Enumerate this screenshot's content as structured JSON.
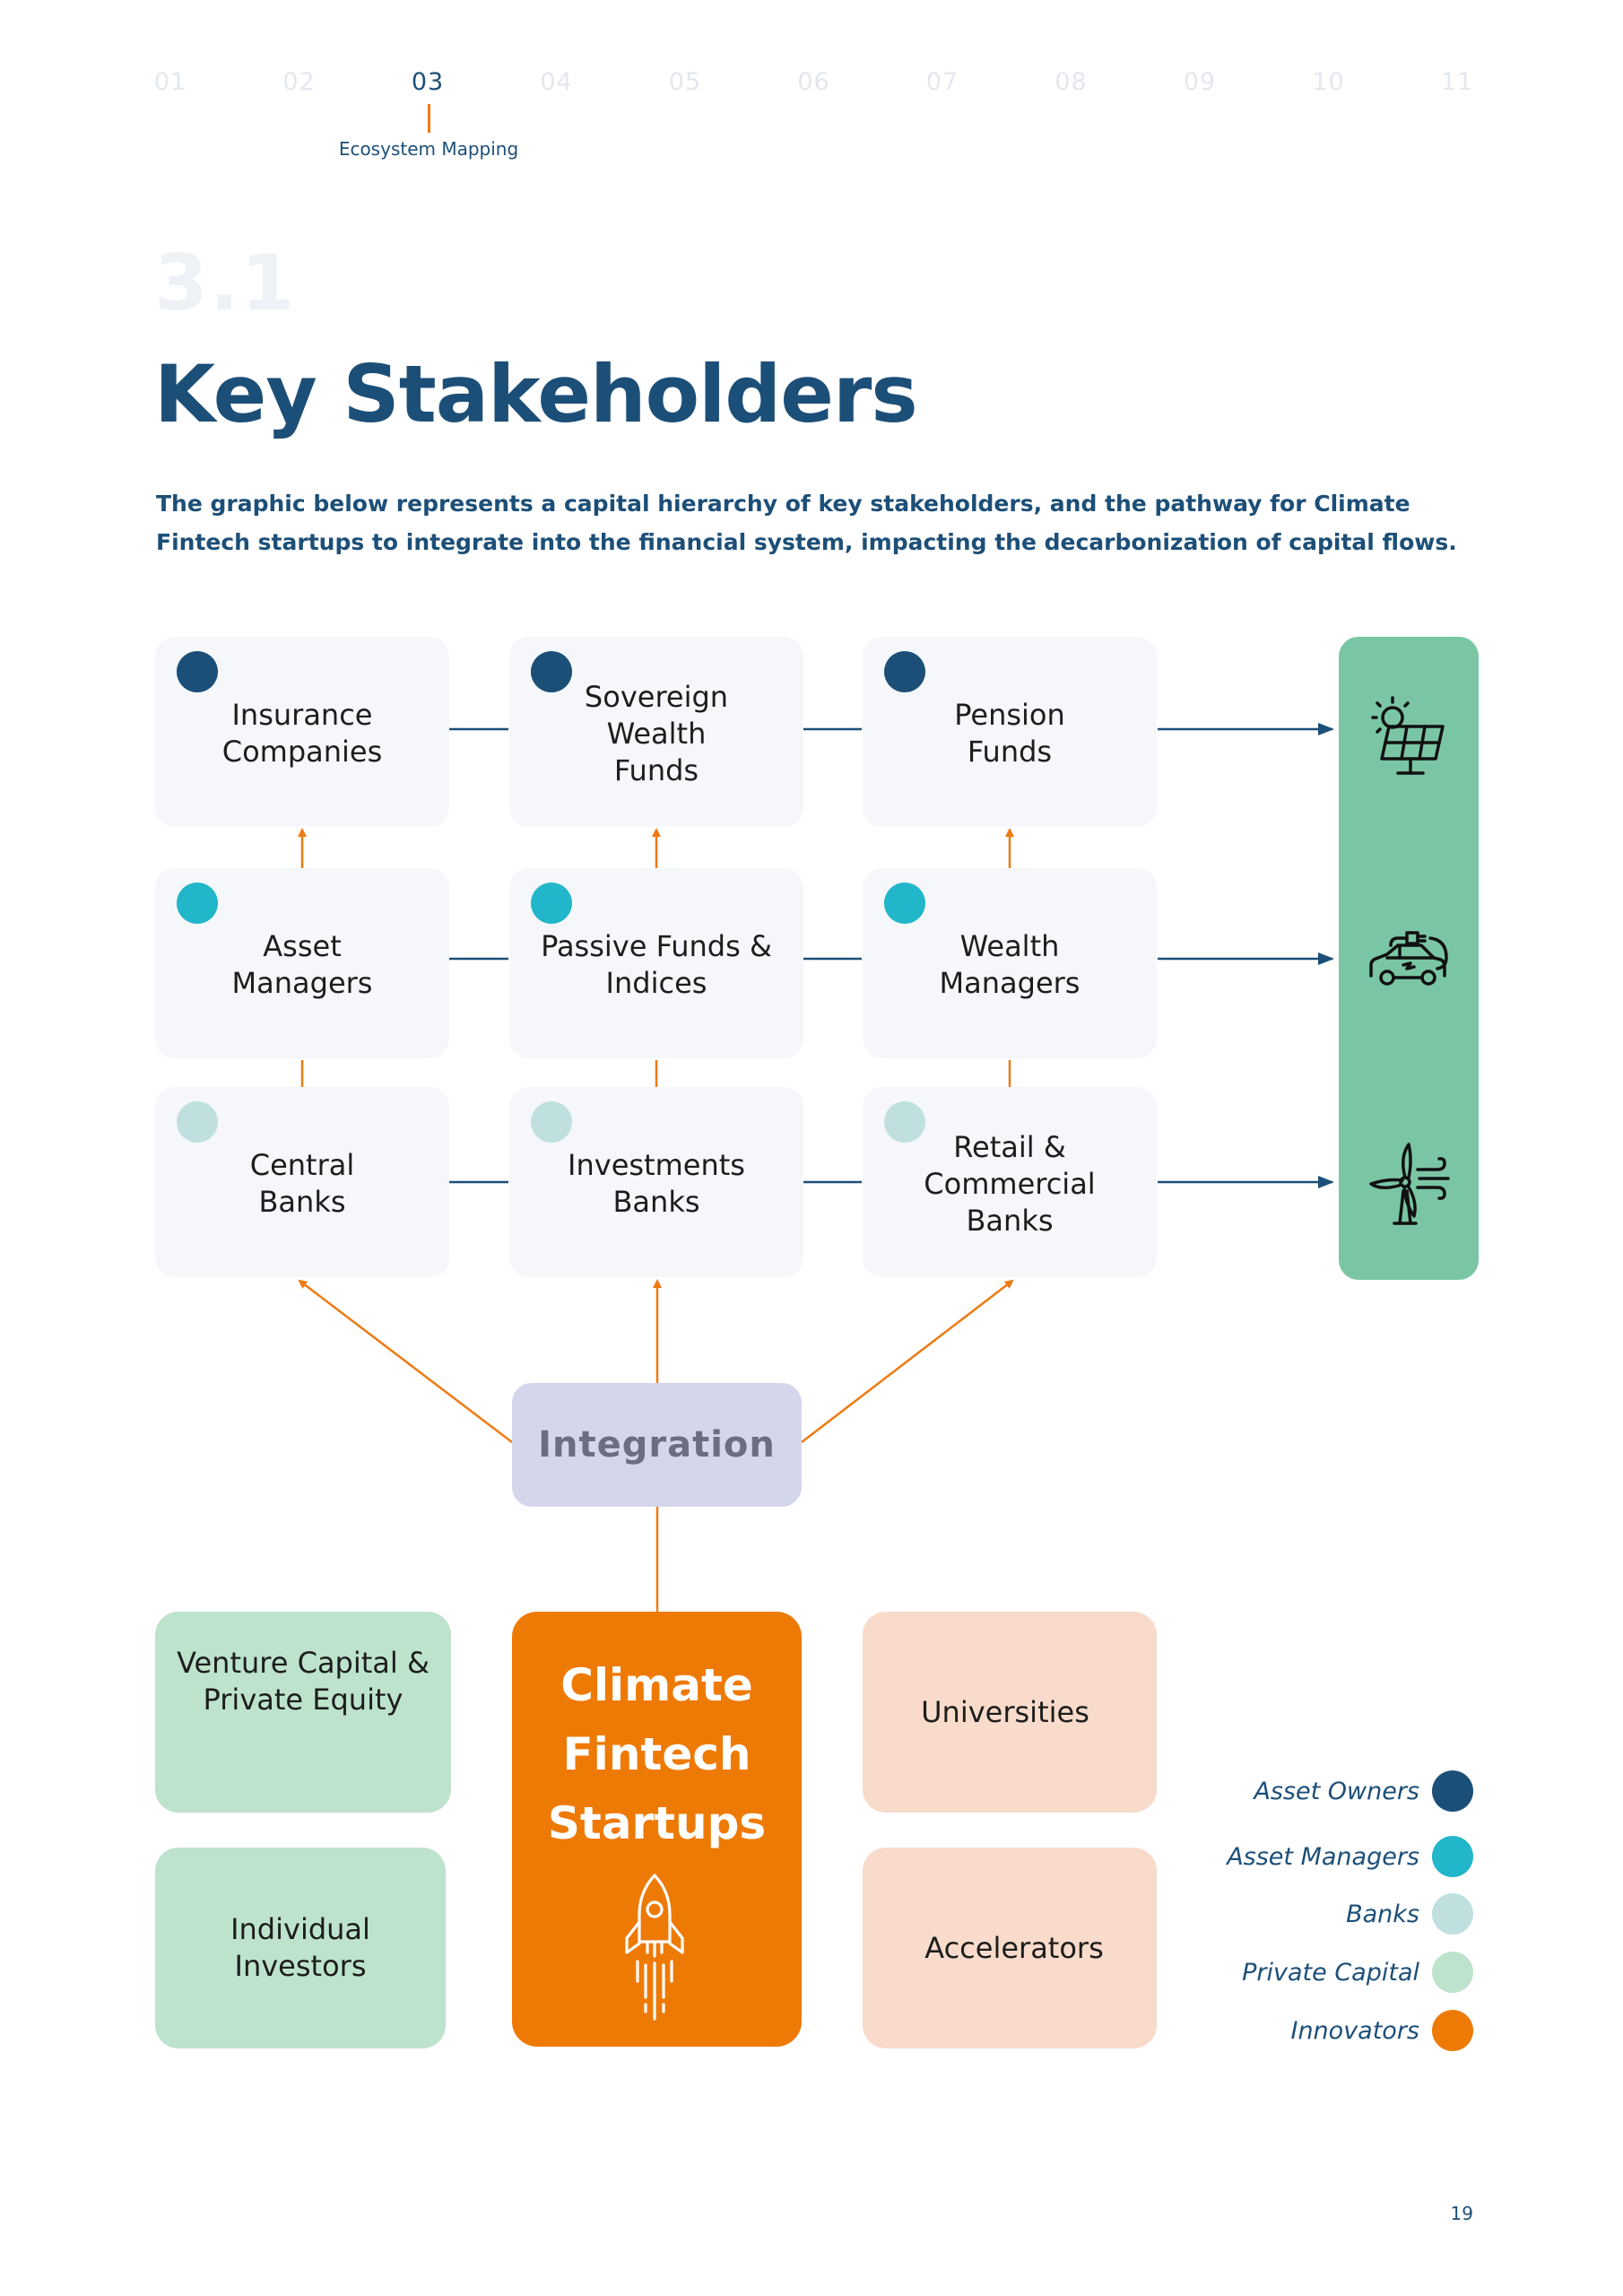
{
  "chapters": {
    "items": [
      "01",
      "02",
      "03",
      "04",
      "05",
      "06",
      "07",
      "08",
      "09",
      "10",
      "11"
    ],
    "active_index": 2,
    "active_caption": "Ecosystem Mapping"
  },
  "section": {
    "number": "3.1",
    "title": "Key Stakeholders",
    "intro": "The graphic below represents a capital hierarchy of key stakeholders, and the pathway for Climate Fintech startups to integrate into the financial system, impacting the decarbonization of capital flows."
  },
  "colors": {
    "asset_owners": "#1b4f78",
    "asset_managers": "#21b6c9",
    "banks": "#bfe0df",
    "private_capital": "#bde3cd",
    "innovators": "#ee7a06",
    "arrow_orange": "#ee7a13",
    "arrow_blue": "#1c4f78",
    "outcome_panel": "#7ac6a4"
  },
  "hierarchy": {
    "rows": [
      {
        "category": "asset_owners",
        "cells": [
          "Insurance\nCompanies",
          "Sovereign\nWealth\nFunds",
          "Pension\nFunds"
        ]
      },
      {
        "category": "asset_managers",
        "cells": [
          "Asset\nManagers",
          "Passive Funds &\nIndices",
          "Wealth\nManagers"
        ]
      },
      {
        "category": "banks",
        "cells": [
          "Central\nBanks",
          "Investments\nBanks",
          "Retail &\nCommercial\nBanks"
        ]
      }
    ]
  },
  "outcomes": {
    "icons": [
      "solar-panel-icon",
      "electric-car-icon",
      "wind-turbine-icon"
    ]
  },
  "integration": {
    "label": "Integration"
  },
  "startups": {
    "label": "Climate\nFintech\nStartups",
    "icon": "rocket-icon"
  },
  "private_capital": {
    "venture": "Venture Capital &\nPrivate Equity",
    "individual": "Individual\nInvestors"
  },
  "support": {
    "universities": "Universities",
    "accelerators": "Accelerators"
  },
  "legend": [
    {
      "label": "Asset Owners",
      "category": "asset_owners"
    },
    {
      "label": "Asset Managers",
      "category": "asset_managers"
    },
    {
      "label": "Banks",
      "category": "banks"
    },
    {
      "label": "Private Capital",
      "category": "private_capital"
    },
    {
      "label": "Innovators",
      "category": "innovators"
    }
  ],
  "page_number": "19"
}
